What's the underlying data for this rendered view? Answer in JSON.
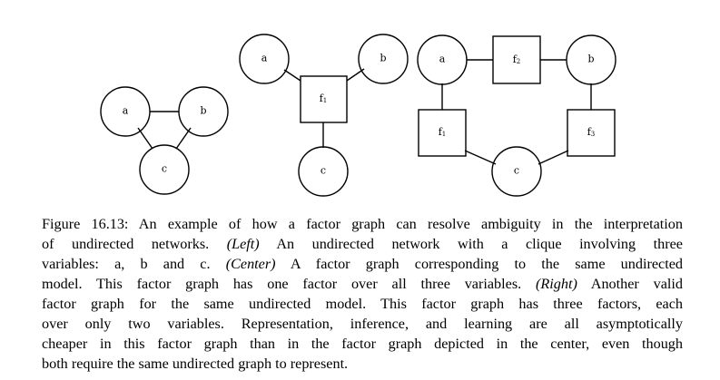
{
  "figure": {
    "left_graph": {
      "nodes": {
        "a": "a",
        "b": "b",
        "c": "c"
      }
    },
    "center_graph": {
      "nodes": {
        "a": "a",
        "b": "b",
        "c": "c"
      },
      "factors": {
        "f1": "f1"
      }
    },
    "right_graph": {
      "nodes": {
        "a": "a",
        "b": "b",
        "c": "c"
      },
      "factors": {
        "f1": "f1",
        "f2": "f2",
        "f3": "f3"
      }
    }
  },
  "caption": {
    "line1": "Figure 16.13: An example of how a factor graph can resolve ambiguity in the interpretation",
    "line2_pre": "of undirected networks.",
    "line2_em": "(Left)",
    "line2_post": "An undirected network with a clique involving three",
    "line3_pre": "variables: a, b and c.",
    "line3_em": "(Center)",
    "line3_post": "A factor graph corresponding to the same undirected",
    "line4_pre": "model. This factor graph has one factor over all three variables.",
    "line4_em": "(Right)",
    "line4_post": "Another valid",
    "line5": "factor graph for the same undirected model. This factor graph has three factors, each",
    "line6": "over only two variables. Representation, inference, and learning are all asymptotically",
    "line7": "cheaper in this factor graph than in the factor graph depicted in the center, even though",
    "line8": "both require the same undirected graph to represent."
  }
}
